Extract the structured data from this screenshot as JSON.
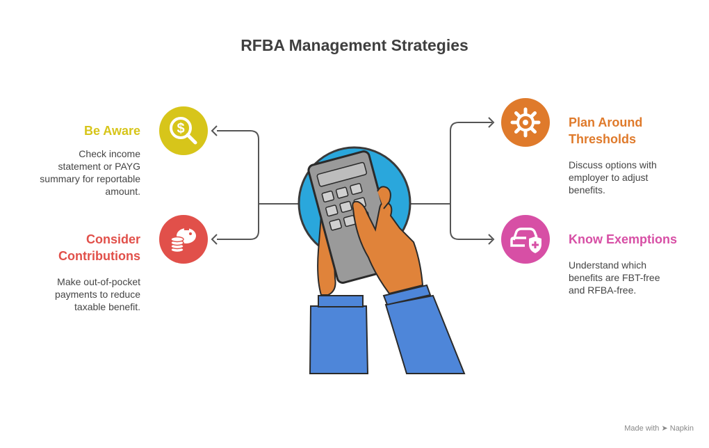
{
  "title": "RFBA Management Strategies",
  "colors": {
    "yellow": "#D7C51A",
    "red": "#E1504A",
    "orange": "#DF7A2B",
    "pink": "#D74FA5",
    "blue": "#4E86D9",
    "sky": "#2AA7DC",
    "skin": "#E0833A"
  },
  "items": {
    "be_aware": {
      "heading": "Be Aware",
      "lines": [
        "Check income",
        "statement or PAYG",
        "summary for reportable",
        "amount."
      ],
      "icon": "dollar-search-icon"
    },
    "consider_contributions": {
      "heading_lines": [
        "Consider",
        "Contributions"
      ],
      "lines": [
        "Make out-of-pocket",
        "payments to reduce",
        "taxable benefit."
      ],
      "icon": "piggy-bank-coins-icon"
    },
    "plan_around_thresholds": {
      "heading_lines": [
        "Plan Around",
        "Thresholds"
      ],
      "lines": [
        "Discuss options with",
        "employer to adjust",
        "benefits."
      ],
      "icon": "gear-icon"
    },
    "know_exemptions": {
      "heading": "Know Exemptions",
      "lines": [
        "Understand which",
        "benefits are FBT-free",
        "and RFBA-free."
      ],
      "icon": "car-shield-icon"
    }
  },
  "central_icon": "calculator-hands-icon",
  "footer": {
    "made_with": "Made with",
    "brand": "Napkin"
  }
}
